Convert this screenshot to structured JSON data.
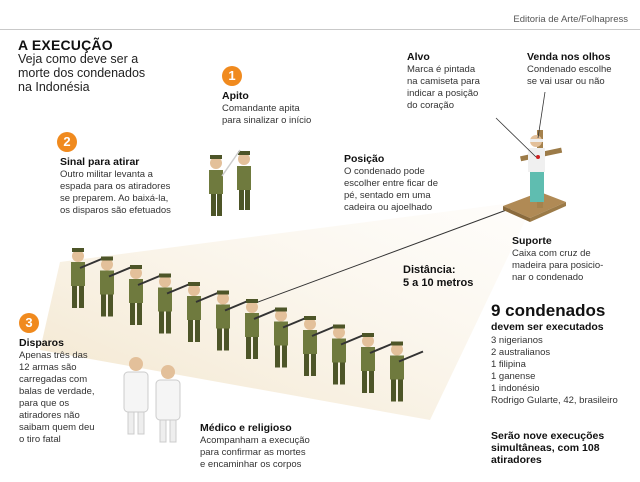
{
  "credit": "Editoria de Arte/Folhapress",
  "title": "A EXECUÇÃO",
  "subtitle": "Veja como deve ser a\nmorte dos condenados\nna Indonésia",
  "steps": [
    {
      "number": "1",
      "heading": "Apito",
      "body": "Comandante apita\npara sinalizar o início"
    },
    {
      "number": "2",
      "heading": "Sinal para atirar",
      "body": "Outro militar levanta a\nespada para os atiradores\nse preparem. Ao baixá-la,\nos disparos são efetuados"
    },
    {
      "number": "3",
      "heading": "Disparos",
      "body": "Apenas três das\n12 armas são\ncarregadas com\nbalas de verdade,\npara que os\natiradores não\nsaibam quem deu\no tiro fatal"
    }
  ],
  "alvo": {
    "heading": "Alvo",
    "body": "Marca é pintada\nna camiseta para\nindicar a posição\ndo coração"
  },
  "venda": {
    "heading": "Venda nos olhos",
    "body": "Condenado escolhe\nse vai usar ou não"
  },
  "posicao": {
    "heading": "Posição",
    "body": "O condenado pode\nescolher entre ficar de\npé, sentado em uma\ncadeira ou ajoelhado"
  },
  "suporte": {
    "heading": "Suporte",
    "body": "Caixa com cruz de\nmadeira para posicio-\nnar o condenado"
  },
  "distancia": {
    "heading": "Distância:",
    "value": "5 a 10 metros"
  },
  "condenados": {
    "count_title": "9 condenados",
    "subtitle": "devem ser executados",
    "list": [
      "3 nigerianos",
      "2 australianos",
      "1 filipina",
      "1 ganense",
      "1 indonésio",
      "Rodrigo Gularte, 42, brasileiro"
    ]
  },
  "execucoes": "Serão nove execuções\nsimultâneas, com 108\natiradores",
  "medico": {
    "heading": "Médico e religioso",
    "body": "Acompanham a execução\npara confirmar as mortes\ne encaminhar os corpos"
  },
  "colors": {
    "accent": "#f08a1e",
    "uniform": "#6f7a3e",
    "skin": "#e3c09a",
    "wedge": "#f4ead6"
  }
}
